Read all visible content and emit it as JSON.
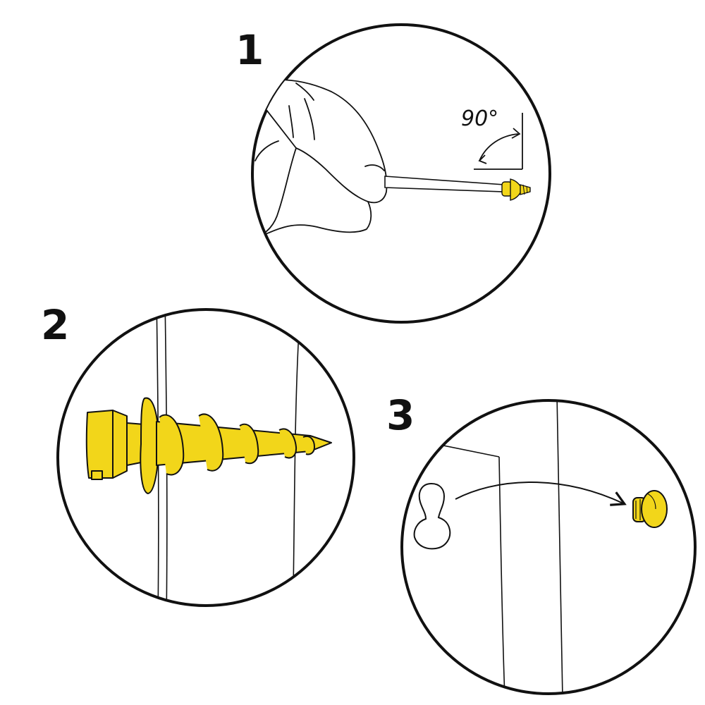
{
  "steps": [
    {
      "number": "1"
    },
    {
      "number": "2"
    },
    {
      "number": "3"
    }
  ],
  "angle_label": "90°",
  "colors": {
    "outline": "#111111",
    "anchor_yellow": "#f2d61a",
    "background": "#ffffff"
  },
  "icons": [
    "finger-icon",
    "screwdriver-icon",
    "wall-anchor-icon",
    "keyhole-slot-icon",
    "screw-head-icon",
    "curved-arrow-icon"
  ]
}
